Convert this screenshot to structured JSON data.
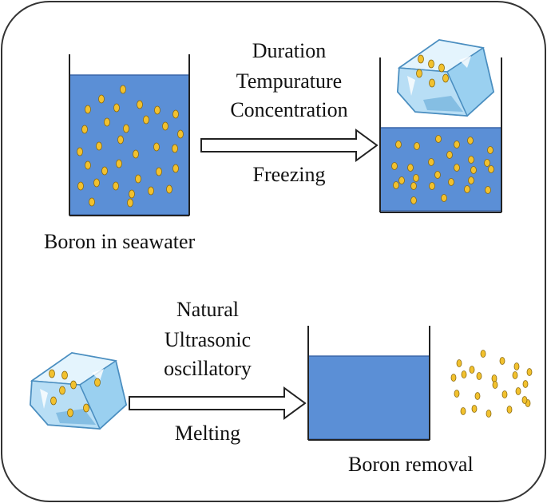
{
  "stage1": {
    "beaker_caption": "Boron in seawater",
    "conditions": [
      "Duration",
      "Tempurature",
      "Concentration"
    ],
    "process": "Freezing"
  },
  "stage2": {
    "methods": [
      "Natural",
      "Ultrasonic",
      "oscillatory"
    ],
    "process": "Melting",
    "result_caption": "Boron removal"
  },
  "colors": {
    "water": "#5b8fd6",
    "water_edge": "#3a66a8",
    "boron_particle": "#f2c12e",
    "particle_edge": "#8a6a10",
    "ice_light": "#cfe9fb",
    "ice_mid": "#8ec9ee",
    "ice_dark": "#5d9fd0",
    "frame": "#333333"
  },
  "icons": [
    "seawater-beaker",
    "ice-cube",
    "right-arrow",
    "freshwater-beaker",
    "boron-particles"
  ]
}
